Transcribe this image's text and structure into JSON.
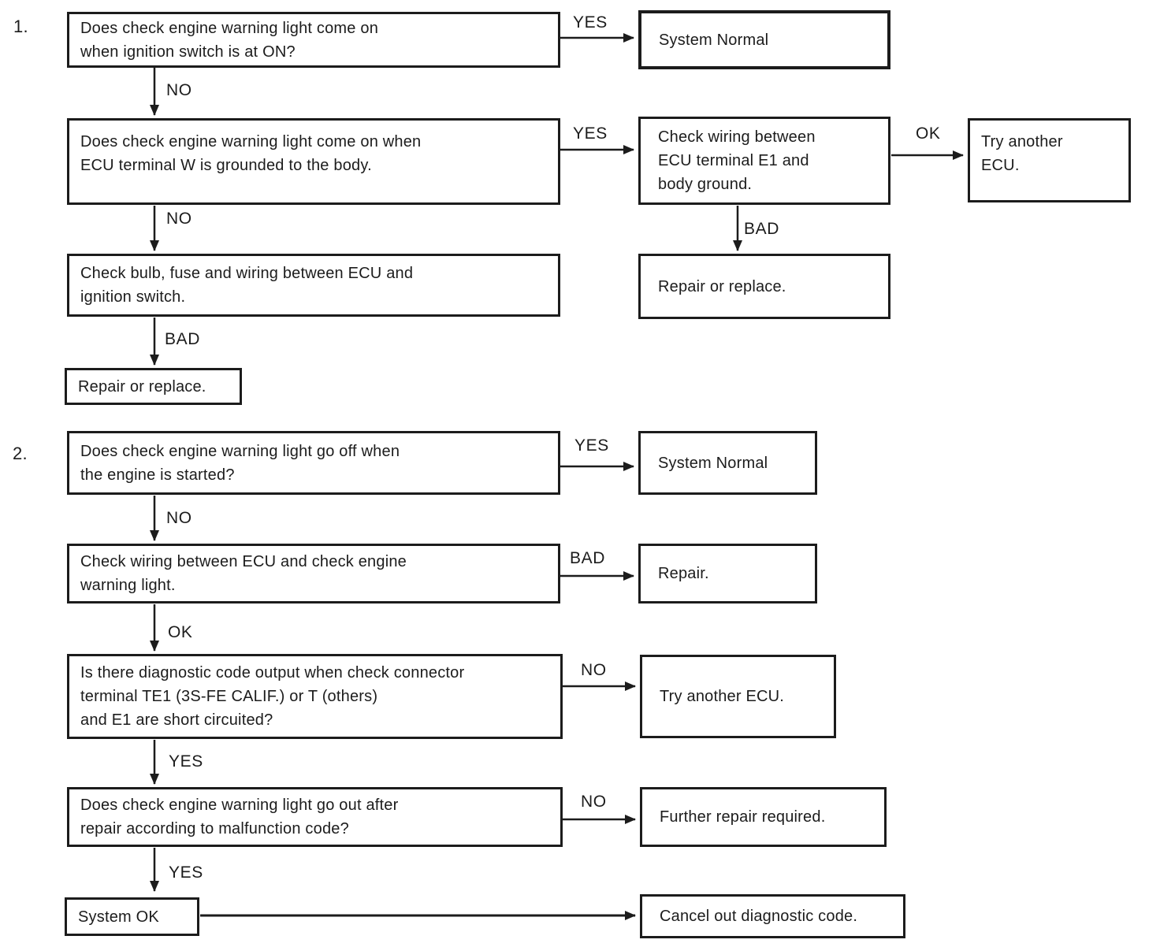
{
  "page": {
    "background": "#ffffff",
    "ink": "#1c1c1c"
  },
  "sections": {
    "s1": {
      "number": "1."
    },
    "s2": {
      "number": "2."
    }
  },
  "nodes": {
    "s1_q_ignition": {
      "text": "Does check engine warning light come on\nwhen ignition switch is at ON?"
    },
    "s1_system_normal": {
      "text": "System Normal"
    },
    "s1_q_terminal_w": {
      "text": "Does check engine warning light come on when\nECU terminal W is grounded to the body."
    },
    "s1_check_wiring_e1": {
      "text": "Check wiring between\nECU terminal E1 and\nbody ground."
    },
    "s1_try_another_ecu": {
      "text": "Try another\nECU."
    },
    "s1_check_bulb": {
      "text": "Check bulb, fuse and wiring between ECU and\nignition switch."
    },
    "s1_repair_or_replace_right": {
      "text": "Repair or replace."
    },
    "s1_repair_or_replace_left": {
      "text": "Repair or replace."
    },
    "s2_q_light_go_off": {
      "text": "Does check engine warning light go off when\nthe engine is started?"
    },
    "s2_system_normal": {
      "text": "System Normal"
    },
    "s2_check_wiring_lamp": {
      "text": "Check wiring between ECU and check engine\nwarning light."
    },
    "s2_repair": {
      "text": "Repair."
    },
    "s2_q_diag_code": {
      "text": "Is there diagnostic code output when check connector\nterminal TE1 (3S-FE CALIF.) or T (others)\nand E1 are short circuited?"
    },
    "s2_try_another_ecu": {
      "text": "Try another ECU."
    },
    "s2_q_light_go_out": {
      "text": "Does check engine warning light go out after\nrepair according to malfunction code?"
    },
    "s2_further_repair": {
      "text": "Further repair required."
    },
    "s2_system_ok": {
      "text": "System OK"
    },
    "s2_cancel_code": {
      "text": "Cancel out diagnostic code."
    }
  },
  "edge_labels": {
    "s1_yes_top": "YES",
    "s1_no_1": "NO",
    "s1_yes_2": "YES",
    "s1_ok": "OK",
    "s1_no_2": "NO",
    "s1_bad_right": "BAD",
    "s1_bad_left": "BAD",
    "s2_yes_1": "YES",
    "s2_no_1": "NO",
    "s2_bad": "BAD",
    "s2_ok": "OK",
    "s2_no_2": "NO",
    "s2_yes_2": "YES",
    "s2_no_3": "NO",
    "s2_yes_3": "YES"
  }
}
